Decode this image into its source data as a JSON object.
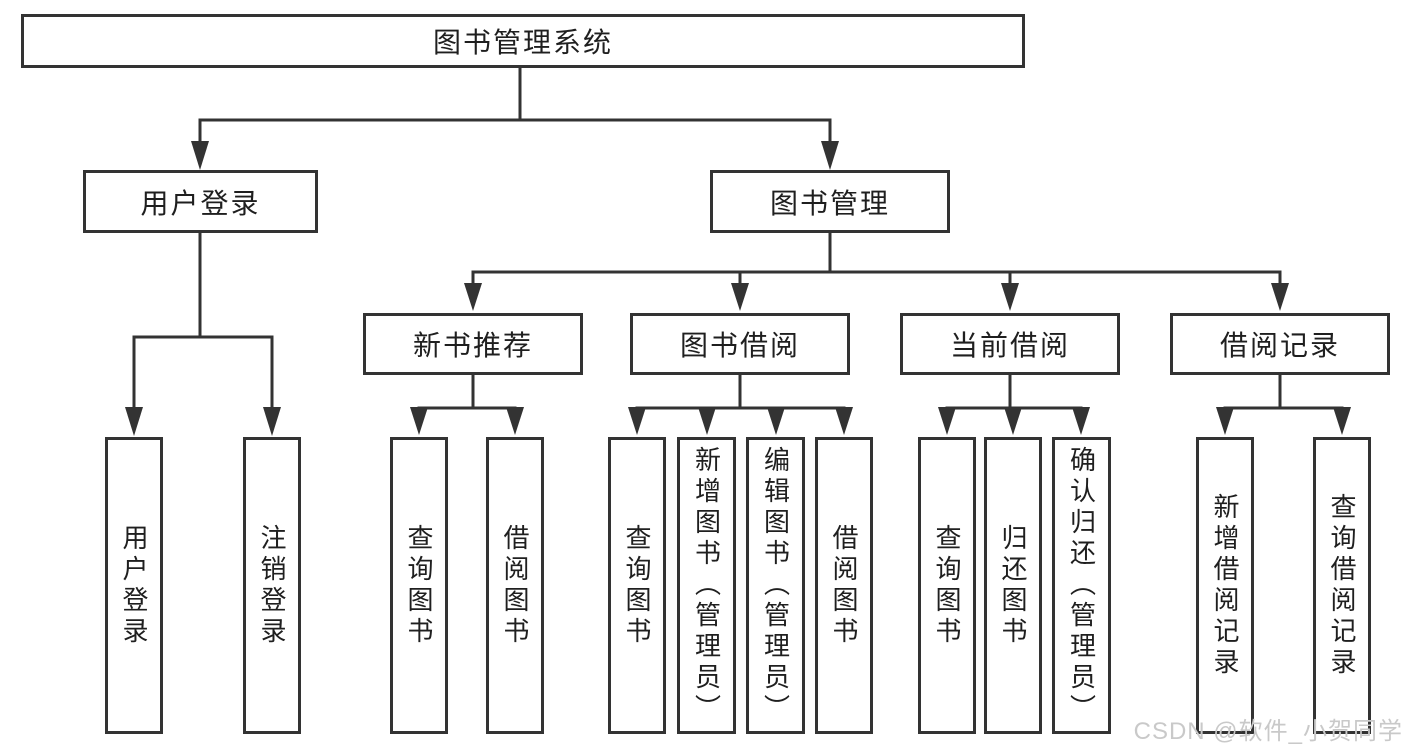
{
  "tree": {
    "root": "图书管理系统",
    "branches": [
      {
        "label": "用户登录",
        "children": [
          "用户登录",
          "注销登录"
        ]
      },
      {
        "label": "图书管理",
        "groups": [
          {
            "label": "新书推荐",
            "children": [
              "查询图书",
              "借阅图书"
            ]
          },
          {
            "label": "图书借阅",
            "children": [
              "查询图书",
              "新增图书（管理员）",
              "编辑图书（管理员）",
              "借阅图书"
            ]
          },
          {
            "label": "当前借阅",
            "children": [
              "查询图书",
              "归还图书",
              "确认归还（管理员）"
            ]
          },
          {
            "label": "借阅记录",
            "children": [
              "新增借阅记录",
              "查询借阅记录"
            ]
          }
        ]
      }
    ]
  },
  "watermark": "CSDN @软件_小贺同学",
  "colors": {
    "line": "#333333",
    "text": "#1f1f1f",
    "watermark": "#c9c9c9",
    "background": "#ffffff"
  }
}
